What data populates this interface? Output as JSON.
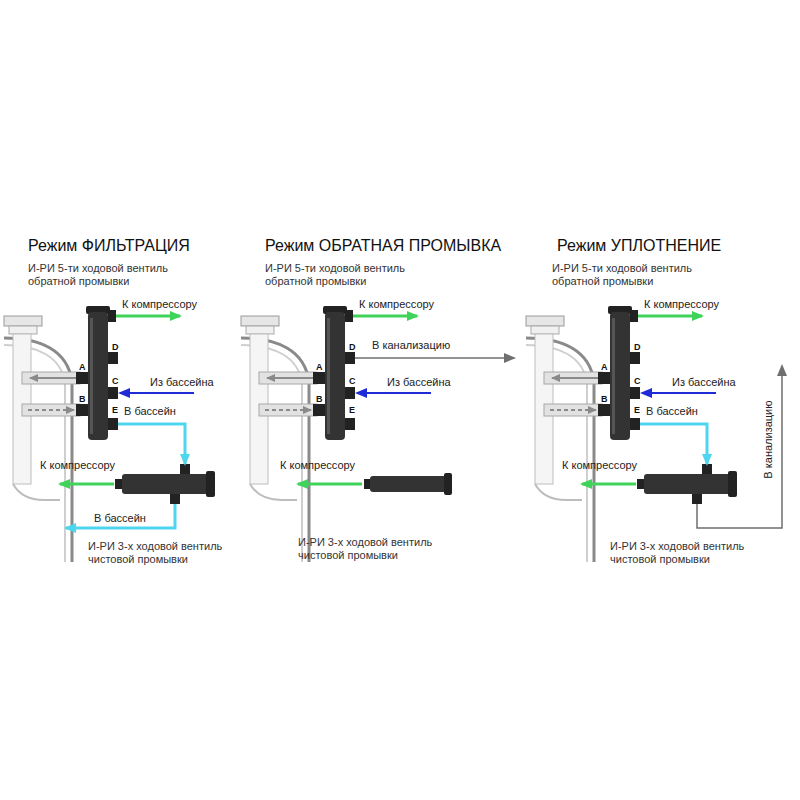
{
  "diagram": {
    "labels": [
      "Режим ФИЛЬТРАЦИЯ",
      "И-РИ 5-ти ходовой вентиль обратной промывки",
      "К компрессору",
      "D",
      "A",
      "C",
      "Из бассейна",
      "B",
      "E",
      "В бассейн",
      "К компрессору",
      "В бассейн",
      "И-РИ 3-х ходовой вентиль чистовой промывки",
      "Режим ОБРАТНАЯ ПРОМЫВКА",
      "И-РИ 5-ти ходовой вентиль обратной промывки",
      "К компрессору",
      "D",
      "В канализацию",
      "A",
      "C",
      "Из бассейна",
      "B",
      "E",
      "К компрессору",
      "И-РИ 3-х ходовой вентиль чистовой промывки",
      "Режим УПЛОТНЕНИЕ",
      "И-РИ 5-ти ходовой вентиль обратной промывки",
      "К компрессору",
      "D",
      "A",
      "C",
      "Из бассейна",
      "B",
      "E",
      "В бассейн",
      "К компрессору",
      "В канализацию",
      "И-РИ 3-х ходовой вентиль чистовой промывки"
    ]
  }
}
